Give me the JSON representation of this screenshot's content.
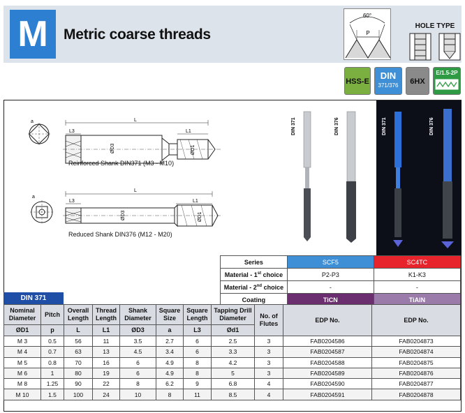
{
  "header": {
    "letter": "M",
    "title": "Metric coarse threads",
    "thread_fig": {
      "angle": "60°",
      "pitch": "P"
    },
    "hole_type_label": "HOLE TYPE"
  },
  "badges": {
    "hss": "HSS-E",
    "din": "DIN",
    "din_sub": "371/376",
    "hx": "6HX",
    "tolerance": "E/1.5-2P"
  },
  "drawings": {
    "top": {
      "caption": "Reinforced Shank DIN371 (M3 - M10)",
      "L": "L",
      "L1": "L1",
      "L3": "L3",
      "D1": "ØD1",
      "D3": "ØD3",
      "a": "a"
    },
    "bottom": {
      "caption": "Reduced Shank DIN376 (M12 - M20)",
      "L": "L",
      "L1": "L1",
      "L3": "L3",
      "D1": "ØD1",
      "D3": "ØD3",
      "a": "a"
    }
  },
  "tool_labels": [
    "DIN 371",
    "DIN 376",
    "DIN 371",
    "DIN 376"
  ],
  "spec": {
    "series_label": "Series",
    "series": [
      "SCF5",
      "SC4TC"
    ],
    "mat1_label": "Material - 1",
    "mat1_sup": "st",
    "mat1_suffix": " choice",
    "mat1": [
      "P2-P3",
      "K1-K3"
    ],
    "mat2_label": "Material - 2",
    "mat2_sup": "nd",
    "mat2_suffix": " choice",
    "mat2": [
      "-",
      "-"
    ],
    "coating_label": "Coating",
    "coating": [
      "TiCN",
      "TiAlN"
    ]
  },
  "table": {
    "tab": "DIN 371",
    "headers": [
      "Nominal Diameter",
      "Pitch",
      "Overall Length",
      "Thread Length",
      "Shank Diameter",
      "Square Size",
      "Square Length",
      "Tapping Drill Diameter",
      "No. of Flutes",
      "EDP No.",
      "EDP No."
    ],
    "symbols": [
      "ØD1",
      "p",
      "L",
      "L1",
      "ØD3",
      "a",
      "L3",
      "Ød1"
    ],
    "rows": [
      [
        "M 3",
        "0.5",
        "56",
        "11",
        "3.5",
        "2.7",
        "6",
        "2.5",
        "3",
        "FAB0204586",
        "FAB0204873"
      ],
      [
        "M 4",
        "0.7",
        "63",
        "13",
        "4.5",
        "3.4",
        "6",
        "3.3",
        "3",
        "FAB0204587",
        "FAB0204874"
      ],
      [
        "M 5",
        "0.8",
        "70",
        "16",
        "6",
        "4.9",
        "8",
        "4.2",
        "3",
        "FAB0204588",
        "FAB0204875"
      ],
      [
        "M 6",
        "1",
        "80",
        "19",
        "6",
        "4.9",
        "8",
        "5",
        "3",
        "FAB0204589",
        "FAB0204876"
      ],
      [
        "M 8",
        "1.25",
        "90",
        "22",
        "8",
        "6.2",
        "9",
        "6.8",
        "4",
        "FAB0204590",
        "FAB0204877"
      ],
      [
        "M 10",
        "1.5",
        "100",
        "24",
        "10",
        "8",
        "11",
        "8.5",
        "4",
        "FAB0204591",
        "FAB0204878"
      ]
    ]
  },
  "colors": {
    "brand_blue": "#2d7fd1",
    "din_blue": "#1f4ea6",
    "scf5": "#3f8fd6",
    "sc4tc": "#e7232b",
    "ticn": "#6b2e6e",
    "tialn": "#9a7ba9"
  }
}
